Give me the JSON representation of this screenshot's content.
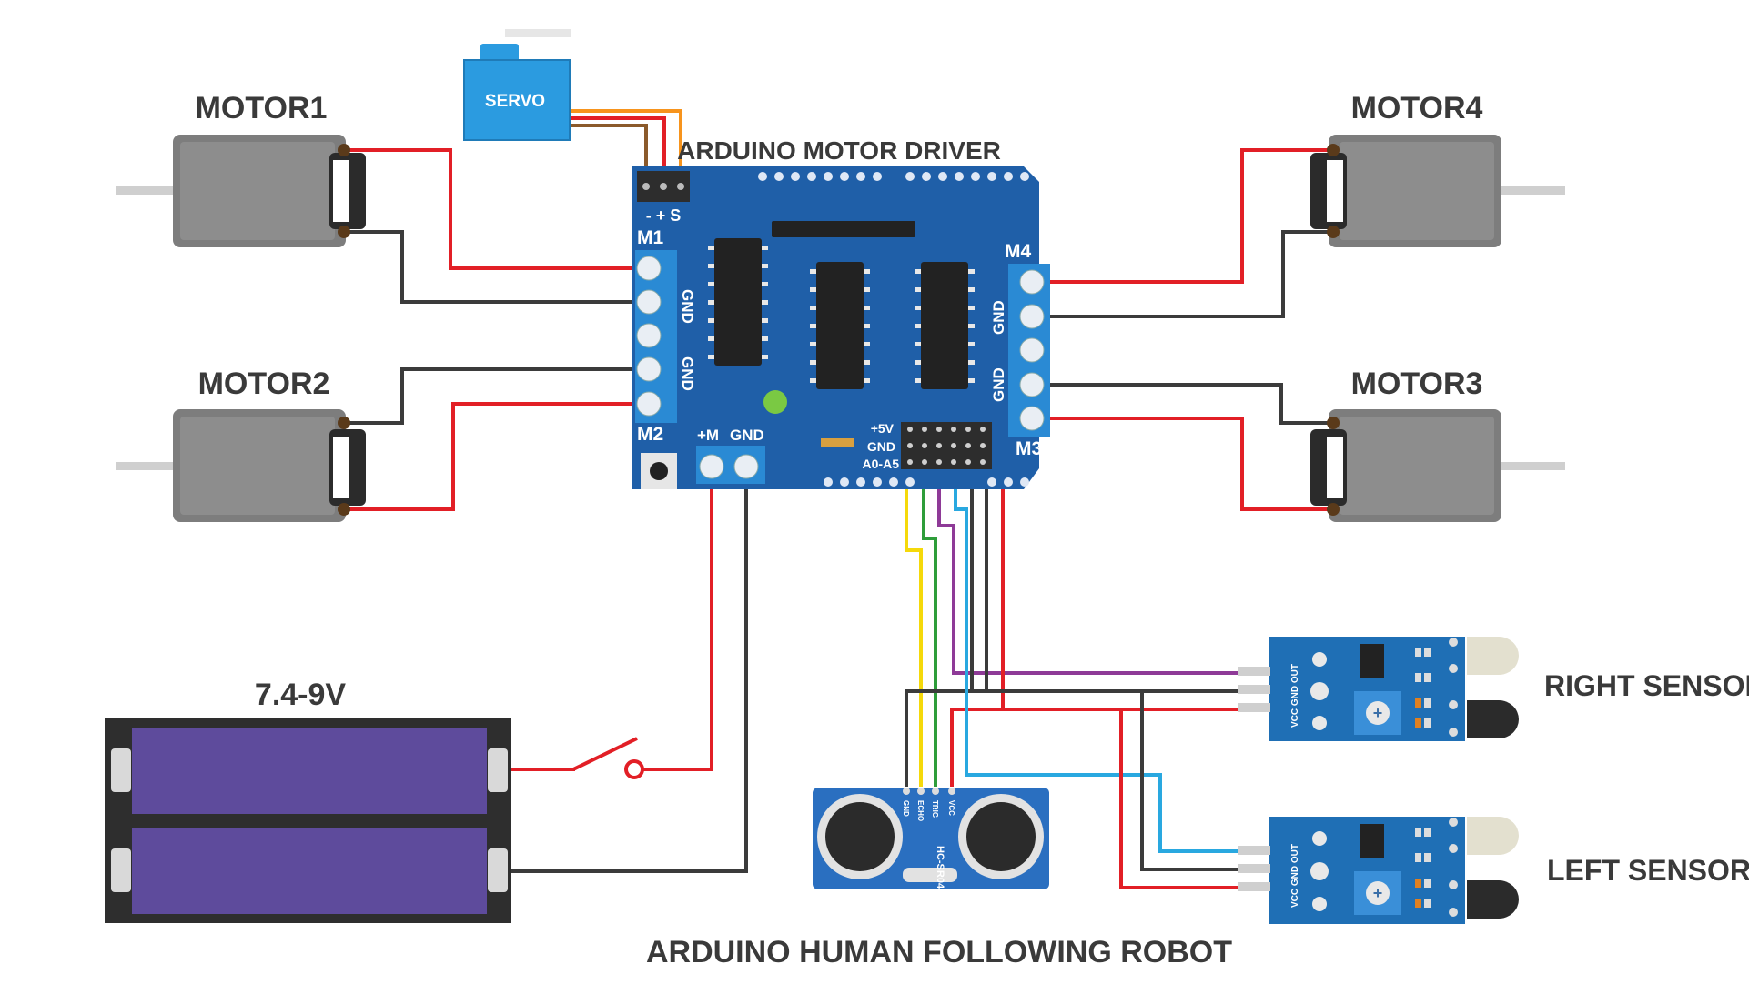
{
  "diagram": {
    "title": "ARDUINO HUMAN FOLLOWING ROBOT",
    "board_title": "ARDUINO MOTOR DRIVER",
    "motors": {
      "m1": "MOTOR1",
      "m2": "MOTOR2",
      "m3": "MOTOR3",
      "m4": "MOTOR4"
    },
    "servo": "SERVO",
    "battery": "7.4-9V",
    "sensors": {
      "right": "RIGHT SENSOR",
      "left": "LEFT SENSOR"
    },
    "board_labels": {
      "m1": "M1",
      "m2": "M2",
      "m3": "M3",
      "m4": "M4",
      "gnd": "GND",
      "servo_pins": "- + S",
      "power_plus": "+M",
      "power_gnd": "GND",
      "plus5v": "+5V",
      "gnd_row": "GND",
      "analog": "A0-A5"
    },
    "ir_pin_labels": "VCC GND OUT",
    "ultrasonic": {
      "model": "HC-SR04",
      "pins": [
        "GND",
        "ECHO",
        "TRIG",
        "VCC"
      ]
    },
    "wire_colors": {
      "red": "#e21f26",
      "black": "#3b3b3b",
      "orange": "#f7941d",
      "brown": "#8b5a2b",
      "yellow": "#f5d90a",
      "green": "#2e9d3a",
      "purple": "#8e3a97",
      "blue": "#29a8e0"
    },
    "colors": {
      "board": "#1f5fa8",
      "terminal": "#2a8ad4",
      "motor": "#8a8a8a",
      "battery_cell": "#5e4b9c",
      "servo": "#2b9be0"
    }
  }
}
